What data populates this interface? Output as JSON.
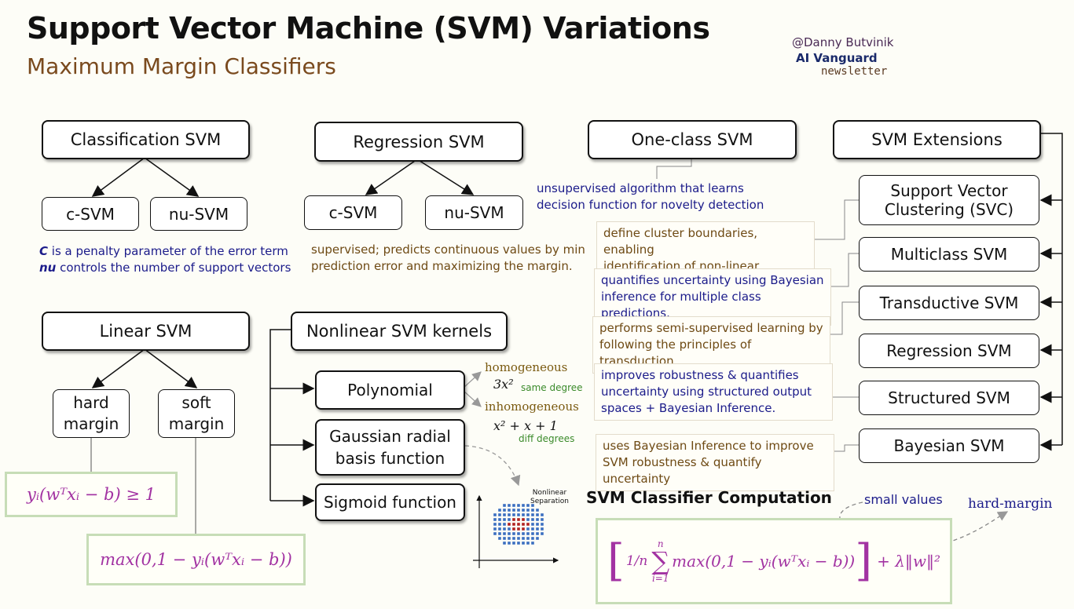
{
  "header": {
    "title": "Support Vector Machine (SVM) Variations",
    "subtitle": "Maximum Margin Classifiers",
    "author": "@Danny Butvinik",
    "brand": "AI Vanguard",
    "brand_sub": "newsletter"
  },
  "classification": {
    "title": "Classification SVM",
    "child1": "c-SVM",
    "child2": "nu-SVM",
    "note_line1_key": "C",
    "note_line1_rest": " is a penalty parameter of the error term",
    "note_line2_key": "nu",
    "note_line2_rest": " controls the number of support vectors"
  },
  "regression": {
    "title": "Regression SVM",
    "child1": "c-SVM",
    "child2": "nu-SVM",
    "note_line1": "supervised; predicts continuous values by min",
    "note_line2": "prediction error and maximizing the margin."
  },
  "oneclass": {
    "title": "One-class SVM",
    "note_line1": "unsupervised algorithm that learns",
    "note_line2": "decision function for novelty detection"
  },
  "extensions": {
    "title": "SVM Extensions",
    "items": [
      {
        "label_line1": "Support Vector",
        "label_line2": "Clustering (SVC)",
        "desc_line1": "define cluster boundaries, enabling",
        "desc_line2": "identification of non-linear clusters.",
        "desc_line3": ""
      },
      {
        "label_line1": "Multiclass SVM",
        "label_line2": "",
        "desc_line1": "quantifies uncertainty using Bayesian",
        "desc_line2": "inference for multiple class predictions.",
        "desc_line3": ""
      },
      {
        "label_line1": "Transductive SVM",
        "label_line2": "",
        "desc_line1": "performs semi-supervised learning by",
        "desc_line2": "following the principles of transduction",
        "desc_line3": ""
      },
      {
        "label_line1": "Regression SVM",
        "label_line2": "",
        "desc_line1": "",
        "desc_line2": "",
        "desc_line3": ""
      },
      {
        "label_line1": "Structured SVM",
        "label_line2": "",
        "desc_line1": "improves robustness & quantifies",
        "desc_line2": "uncertainty using structured output",
        "desc_line3": "spaces + Bayesian Inference."
      },
      {
        "label_line1": "Bayesian SVM",
        "label_line2": "",
        "desc_line1": "uses Bayesian Inference to improve",
        "desc_line2": "SVM robustness & quantify uncertainty",
        "desc_line3": ""
      }
    ]
  },
  "linear": {
    "title": "Linear SVM",
    "hard_line1": "hard",
    "hard_line2": "margin",
    "soft_line1": "soft",
    "soft_line2": "margin",
    "hard_formula": "yᵢ(wᵀxᵢ − b) ≥ 1",
    "soft_formula": "max(0,1 − yᵢ(wᵀxᵢ − b))"
  },
  "kernels": {
    "title": "Nonlinear SVM kernels",
    "polynomial": "Polynomial",
    "gaussian_line1": "Gaussian radial",
    "gaussian_line2": "basis function",
    "sigmoid": "Sigmoid function",
    "homogeneous": "homogeneous",
    "homogeneous_formula": "3x²",
    "same_degree": "same degree",
    "inhomogeneous": "inhomogeneous",
    "inhomogeneous_formula": "x² + x + 1",
    "diff_degrees": "diff degrees",
    "plot_label_line1": "Nonlinear",
    "plot_label_line2": "Separation"
  },
  "computation": {
    "title": "SVM Classifier Computation",
    "small_values": "small values",
    "hard_margin": "hard-margin",
    "frac": "1/n",
    "sum_top": "n",
    "sum_bottom": "i=1",
    "max_term": "max(0,1 − yᵢ(wᵀxᵢ − b))",
    "reg_term": "+ λ‖w‖²"
  }
}
